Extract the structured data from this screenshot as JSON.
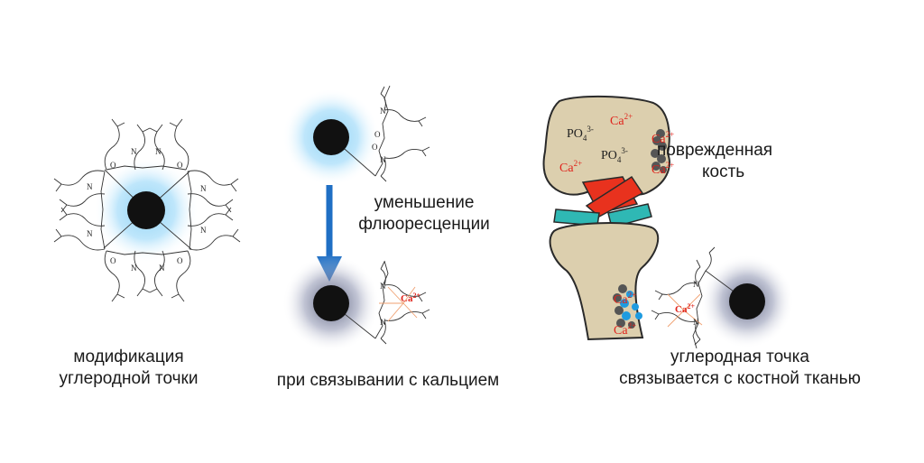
{
  "captions": {
    "modification_line1": "модификация",
    "modification_line2": "углеродной точки",
    "fluorescence_line1": "уменьшение",
    "fluorescence_line2": "флюоресценции",
    "calcium_binding": "при связывании с кальцием",
    "damaged_line1": "поврежденная",
    "damaged_line2": "кость",
    "bone_binding_line1": "углеродная точка",
    "bone_binding_line2": "связывается с костной тканью"
  },
  "chem_labels": {
    "calcium": "Ca",
    "calcium_charge": "2+",
    "phosphate": "PO",
    "phosphate_sub": "4",
    "phosphate_charge": "3-"
  },
  "colors": {
    "glow_blue": "#8fd3f4",
    "glow_dark": "#3a4060",
    "dot": "#111111",
    "arrow": "#1f6fc4",
    "bone": "#dccfae",
    "bone_outline": "#2a2a2a",
    "ligament": "#e8321e",
    "cartilage": "#2fb8b4",
    "calcium_text": "#e0231b",
    "bound_dots": "#555555",
    "bound_dots_blue": "#1e9be0",
    "orange_bonds": "#f0a070"
  }
}
